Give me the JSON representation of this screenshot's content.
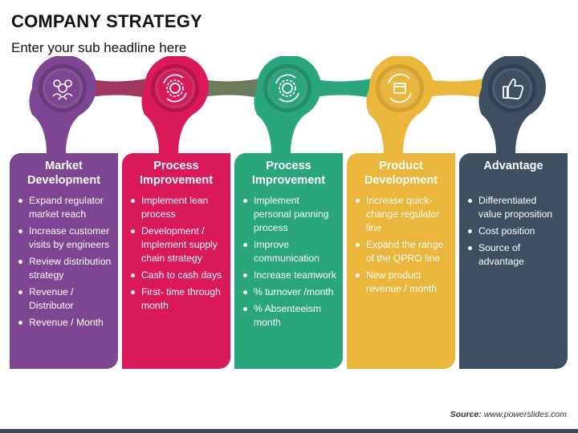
{
  "header": {
    "title": "COMPANY STRATEGY",
    "subtitle": "Enter your sub headline here"
  },
  "colors": {
    "purple": "#7d4592",
    "red": "#d9195a",
    "green": "#2aa67e",
    "yellow": "#eab63b",
    "slate": "#3f4f62"
  },
  "steps": [
    {
      "icon": "gears-people-icon",
      "title": "Market Development",
      "bullets": [
        "Expand regulator market reach",
        "Increase customer visits by engineers",
        "Review distribution strategy",
        "Revenue / Distributor",
        "Revenue / Month"
      ]
    },
    {
      "icon": "gear-cycle-icon",
      "title": "Process Improvement",
      "bullets": [
        "Implement lean process",
        "Development / implement supply chain strategy",
        "Cash to cash days",
        "First- time through month"
      ]
    },
    {
      "icon": "gear-cycle-icon",
      "title": "Process Improvement",
      "bullets": [
        "Implement personal panning process",
        "Improve communication",
        "Increase teamwork",
        "% turnover /month",
        "% Absenteeism month"
      ]
    },
    {
      "icon": "product-box-cycle-icon",
      "title": "Product Development",
      "bullets": [
        "Increase quick-change regulator line",
        "Expand the range of the QPRO line",
        "New product revenue / month"
      ]
    },
    {
      "icon": "thumbs-up-icon",
      "title": "Advantage",
      "bullets": [
        "Differentiated value proposition",
        "Cost position",
        "Source of advantage"
      ]
    }
  ],
  "footer": {
    "source_label": "Source:",
    "source_value": "www.powerslides.com"
  }
}
